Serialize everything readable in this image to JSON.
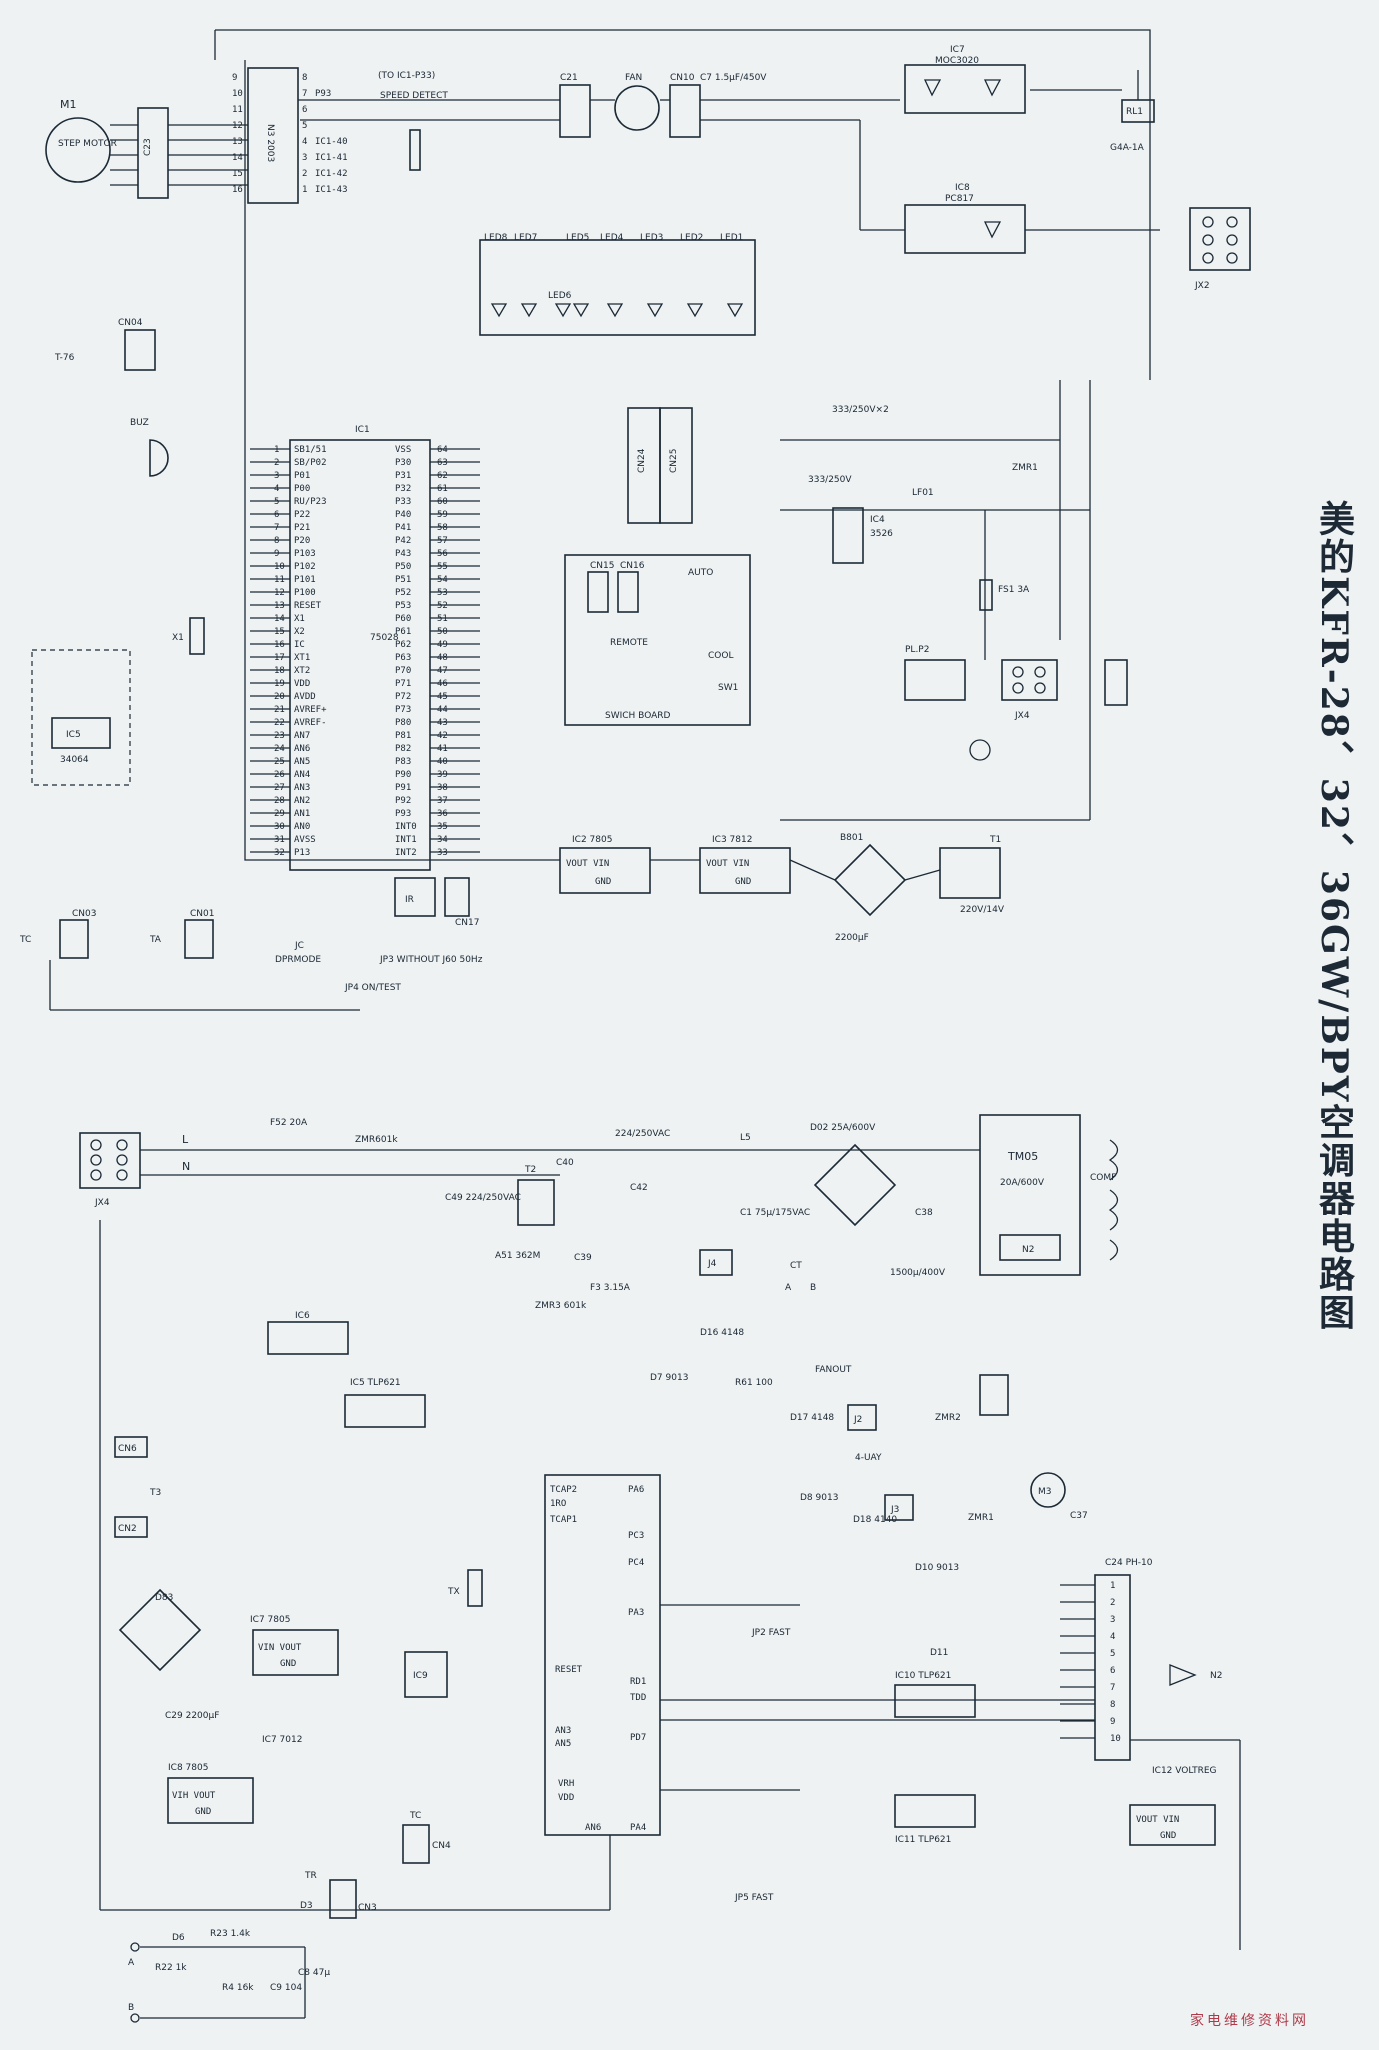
{
  "title": "美的KFR-28、32、36GW/BPY空调器电路图",
  "watermark": "家电维修资料网",
  "ic_labels": {
    "ic1": "IC1",
    "ic1_part": "75028",
    "n3": "N3 2003",
    "ic7": "IC7",
    "ic7_part": "MOC3020",
    "ic8": "IC8",
    "ic8_part": "PC817",
    "ic4": "IC4",
    "ic4_part": "3526",
    "ic2": "IC2 7805",
    "ic3": "IC3 7812",
    "ic5": "IC5",
    "ic5_part": "34064",
    "ic6": "IC6",
    "ic5b": "IC5 TLP621",
    "ic10": "IC10 TLP621",
    "ic11": "IC11 TLP621",
    "ic7b": "IC7 7805",
    "ic7c": "IC7 7012",
    "ic8b": "IC8 7805",
    "ic9": "IC9",
    "ic12": "IC12 VOLTREG",
    "tm05": "TM05",
    "tm05_rating": "20A/600V",
    "n2": "N2",
    "comf": "COMF",
    "pf10": "C24 PH-10"
  },
  "top_labels": {
    "motor": "STEP MOTOR",
    "m1": "M1",
    "c23": "C23",
    "fan": "FAN",
    "speed_detect": "SPEED DETECT",
    "to_ic1": "(TO IC1-P33)",
    "c7": "C7 1.5μF/450V",
    "rl1": "RL1",
    "g4a": "G4A-1A",
    "jx2": "JX2",
    "jx4": "JX4",
    "pl": "PL.P2",
    "fs1": "FS1 3A",
    "lf01": "LF01",
    "zmr1": "ZMR1",
    "c17": "333/250V×2",
    "c8": "333/250V",
    "t1": "T1",
    "t1_rating": "220V/14V",
    "b801": "B801",
    "c10": "2200μF",
    "swich_board": "SWICH BOARD",
    "remote": "REMOTE",
    "auto": "AUTO",
    "cool": "COOL",
    "sw1": "SW1",
    "jc": "JC",
    "dprmode": "DPRMODE",
    "jp4": "JP4 ON/TEST",
    "jp3": "JP3 WITHOUT J60 50Hz",
    "buz": "BUZ",
    "t76": "T-76",
    "ir": "IR",
    "cn17": "CN17"
  },
  "leds": [
    "LED8",
    "LED7",
    "LED5",
    "LED4",
    "LED3",
    "LED2",
    "LED1",
    "LED6"
  ],
  "ic1_left_pins": [
    "SB1/51",
    "SB/P02",
    "P01",
    "P00",
    "RU/P23",
    "P22",
    "P21",
    "P20",
    "P103",
    "P102",
    "P101",
    "P100",
    "RESET",
    "X1",
    "X2",
    "IC",
    "XT1",
    "XT2",
    "VDD",
    "AVDD",
    "AVREF+",
    "AVREF-",
    "AN7",
    "AN6",
    "AN5",
    "AN4",
    "AN3",
    "AN2",
    "AN1",
    "AN0",
    "AVSS",
    "P13"
  ],
  "ic1_right_pins": [
    "VSS",
    "P30",
    "P31",
    "P32",
    "P33",
    "P40",
    "P41",
    "P42",
    "P43",
    "P50",
    "P51",
    "P52",
    "P53",
    "P60",
    "P61",
    "P62",
    "P63",
    "P70",
    "P71",
    "P72",
    "P73",
    "P80",
    "P81",
    "P82",
    "P83",
    "P90",
    "P91",
    "P92",
    "P93",
    "INT0",
    "INT1",
    "INT2"
  ],
  "ic1_right_numbers": [
    "64",
    "63",
    "62",
    "61",
    "60",
    "59",
    "58",
    "57",
    "56",
    "55",
    "54",
    "53",
    "52",
    "51",
    "50",
    "49",
    "48",
    "47",
    "46",
    "45",
    "44",
    "43",
    "42",
    "41",
    "40",
    "39",
    "38",
    "37",
    "36",
    "35",
    "34",
    "33"
  ],
  "n3_left_pins": [
    "9",
    "10",
    "11",
    "12",
    "13",
    "14",
    "15",
    "16"
  ],
  "n3_right_pins": [
    "8",
    "7",
    "6",
    "5",
    "4",
    "3",
    "2",
    "1"
  ],
  "n3_right_labels": [
    "",
    "P93",
    "",
    "",
    "IC1-40",
    "IC1-41",
    "IC1-42",
    "IC1-43"
  ],
  "bottom_labels": {
    "l": "L",
    "n": "N",
    "f52": "F52 20A",
    "zmr601": "ZMR601k",
    "c49": "C49 224/250VAC",
    "t2": "T2",
    "c40": "C40",
    "c42": "C42",
    "c39": "C39",
    "zmr3": "ZMR3 601k",
    "a51": "A51 362M",
    "acline": "224/250VAC",
    "l5": "L5",
    "d02": "D02 25A/600V",
    "c1": "C1 75μ/175VAC",
    "c38": "C38",
    "c38_val": "1500μ/400V",
    "ct": "CT",
    "a": "A",
    "b": "B",
    "j4": "J4",
    "d16": "D16 4148",
    "f3": "F3 3.15A",
    "d7": "D7 9013",
    "r61": "R61 100",
    "fanout": "FANOUT",
    "j2": "J2",
    "uay": "4-UAY",
    "zmr2": "ZMR2",
    "d17": "D17 4148",
    "d8": "D8 9013",
    "d18": "D18 4140",
    "j3": "J3",
    "zmr1b": "ZMR1",
    "m3": "M3",
    "c37": "C37",
    "d10": "D10 9013",
    "d11": "D11",
    "tcap2": "TCAP2",
    "iro": "1RO",
    "tcap1": "TCAP1",
    "reset": "RESET",
    "an3": "AN3",
    "an5": "AN5",
    "vrh": "VRH",
    "vdd": "VDD",
    "an6": "AN6",
    "pa6": "PA6",
    "pc3": "PC3",
    "pc4": "PC4",
    "pa3": "PA3",
    "rd1": "RD1",
    "tdd": "TDD",
    "pd7": "PD7",
    "pa4": "PA4",
    "jp2": "JP2 FAST",
    "jp5": "JP5 FAST",
    "n2out": "N2",
    "cn6": "CN6",
    "t3": "T3",
    "cn2": "CN2",
    "d83": "D83",
    "c29": "C29 2200μF",
    "tx": "TX",
    "tc": "TC",
    "tr": "TR",
    "cn4": "CN4",
    "cn3": "CN3",
    "d3": "D3",
    "d6": "D6",
    "r22": "R22 1k",
    "r4": "R4 16k",
    "c9": "C9 104",
    "c8b": "C8 47μ",
    "r23": "R23 1.4k",
    "pa": "A",
    "pb": "B"
  }
}
